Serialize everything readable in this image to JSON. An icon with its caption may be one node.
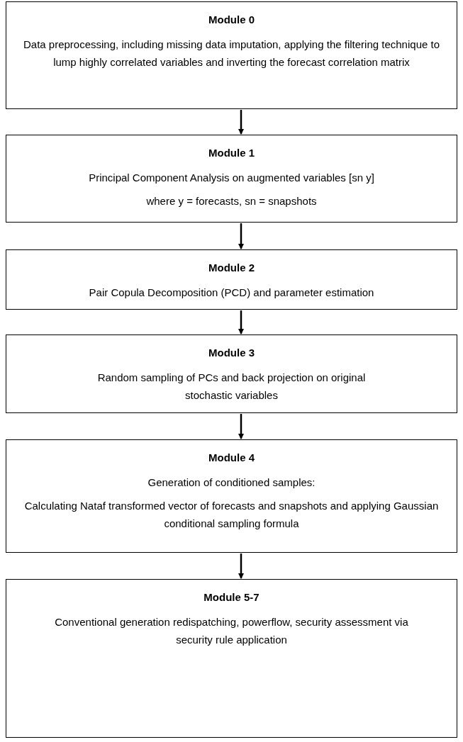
{
  "diagram": {
    "nodes": [
      {
        "text": [
          "Module 0",
          "Data preprocessing, including missing data imputation, applying the filtering technique to lump highly correlated variables and inverting the forecast correlation matrix"
        ]
      },
      {
        "text": [
          "Module 1",
          "Principal Component Analysis on augmented variables [sn y]",
          "where y = forecasts, sn = snapshots"
        ]
      },
      {
        "text": [
          "Module 2",
          "Pair Copula Decomposition (PCD) and parameter estimation"
        ]
      },
      {
        "text": [
          "Module 3",
          "Random sampling of PCs and back projection on original stochastic variables"
        ]
      },
      {
        "text": [
          "Module 4",
          "Generation of conditioned samples:",
          "Calculating Nataf transformed vector of forecasts and snapshots and applying Gaussian conditional sampling formula"
        ]
      },
      {
        "text": [
          "Module 5-7",
          "Conventional generation redispatching, powerflow, security assessment via security rule application"
        ]
      }
    ],
    "edges": [
      {
        "from": 0,
        "to": 1,
        "arrow": "to"
      },
      {
        "from": 1,
        "to": 2,
        "arrow": "to"
      },
      {
        "from": 2,
        "to": 3,
        "arrow": "to"
      },
      {
        "from": 3,
        "to": 4,
        "arrow": "to"
      },
      {
        "from": 4,
        "to": 5,
        "arrow": "to"
      }
    ]
  }
}
